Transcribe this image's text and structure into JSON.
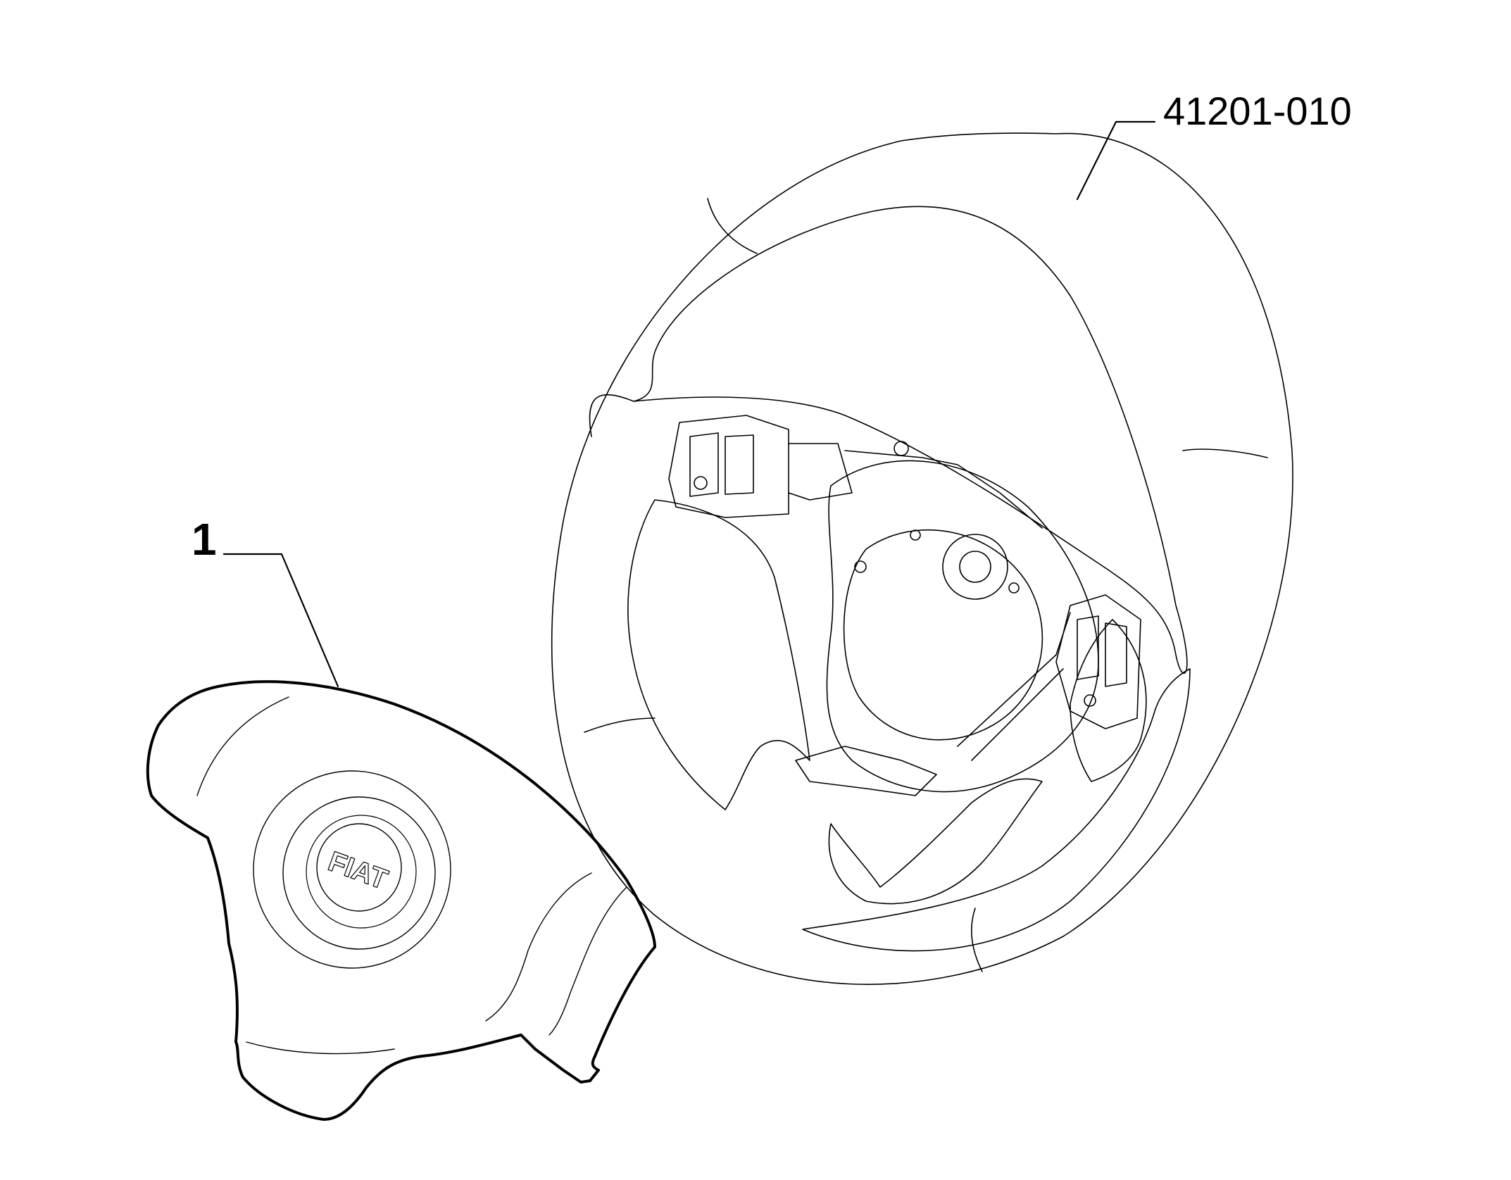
{
  "callouts": {
    "steering_wheel_code": "41201-010",
    "airbag_ref": "1"
  },
  "airbag": {
    "logo": "FIAT"
  },
  "colors": {
    "ink": "#000000",
    "paper": "#ffffff"
  }
}
